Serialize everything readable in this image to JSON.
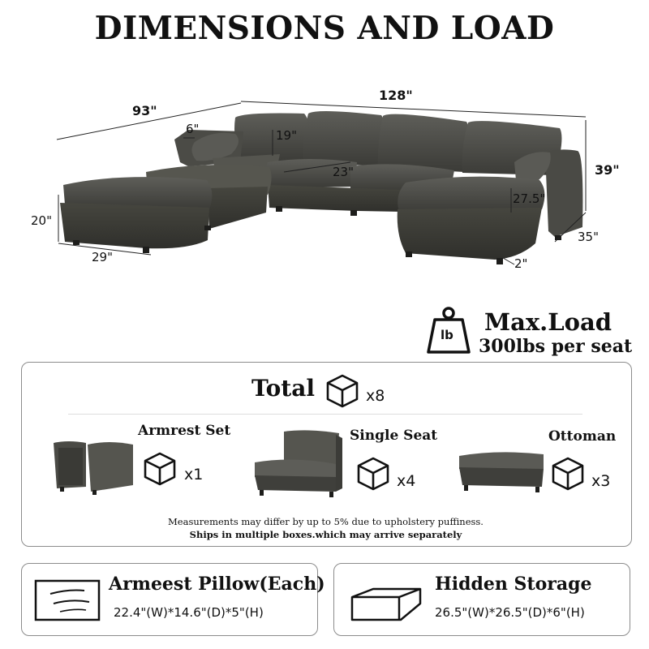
{
  "header": {
    "title": "DIMENSIONS AND LOAD"
  },
  "dimensions": {
    "overall_width": "128\"",
    "overall_depth": "93\"",
    "height": "39\"",
    "arm_width": "6\"",
    "back_height": "19\"",
    "seat_depth": "23\"",
    "seat_height": "27.5\"",
    "chaise_depth": "35\"",
    "ottoman_height": "20\"",
    "ottoman_width": "29\"",
    "leg_height": "2\""
  },
  "max_load": {
    "icon": "weight-icon",
    "icon_text": "lb",
    "title": "Max.Load",
    "subtitle": "300lbs per seat"
  },
  "packages": {
    "total_label": "Total",
    "total_count": "x8",
    "items": [
      {
        "name": "Armrest Set",
        "count": "x1"
      },
      {
        "name": "Single Seat",
        "count": "x4"
      },
      {
        "name": "Ottoman",
        "count": "x3"
      }
    ],
    "note": "Measurements may differ by up to 5% due to upholstery puffiness.",
    "note_bold": "Ships in multiple boxes.which may arrive separately"
  },
  "pillow": {
    "title": "Armeest Pillow(Each)",
    "dims": "22.4\"(W)*14.6\"(D)*5\"(H)"
  },
  "storage": {
    "title": "Hidden Storage",
    "dims": "26.5\"(W)*26.5\"(D)*6\"(H)"
  },
  "colors": {
    "sofa": "#4a4a46",
    "sofa_dark": "#33332f",
    "sofa_light": "#5d5d58",
    "border": "#8c8c8c"
  }
}
